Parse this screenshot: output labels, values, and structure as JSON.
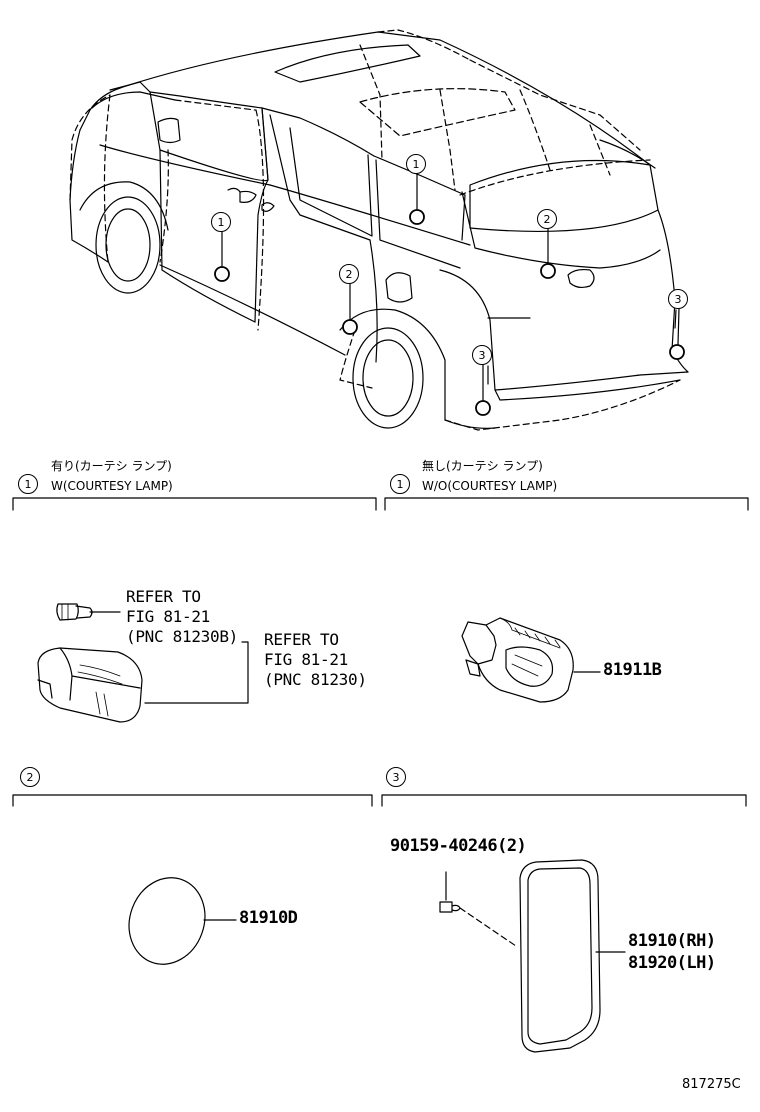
{
  "callout_labels": [
    "1",
    "1",
    "2",
    "2",
    "3",
    "3"
  ],
  "sections": {
    "s1_left": {
      "num": "1",
      "jp": "有り(カーテシ ランプ)",
      "en": "W(COURTESY LAMP)"
    },
    "s1_right": {
      "num": "1",
      "jp": "無し(カーテシ ランプ)",
      "en": "W/O(COURTESY LAMP)"
    },
    "s2": {
      "num": "2"
    },
    "s3": {
      "num": "3"
    }
  },
  "refs": {
    "bulb": {
      "line1": "REFER TO",
      "line2": "FIG 81-21",
      "line3": "(PNC 81230B)"
    },
    "lamp": {
      "line1": "REFER TO",
      "line2": "FIG 81-21",
      "line3": "(PNC 81230)"
    }
  },
  "parts": {
    "p81911b": "81911B",
    "p81910d": "81910D",
    "screw": "90159-40246(2)",
    "rh": "81910(RH)",
    "lh": "81920(LH)"
  },
  "figure_number": "817275C"
}
